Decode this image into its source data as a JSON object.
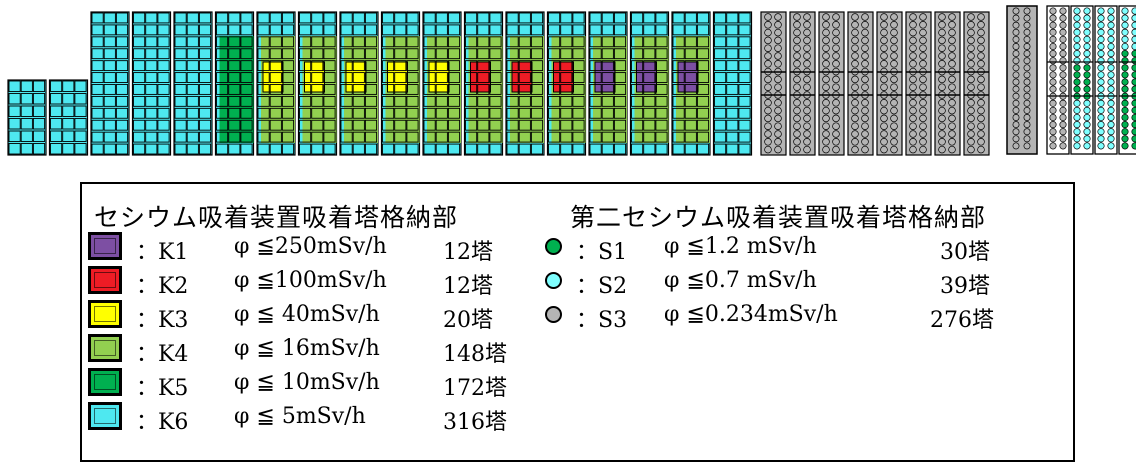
{
  "colors": {
    "K1": "#7d4fa3",
    "K2": "#ee1c25",
    "K3": "#ffff00",
    "K4": "#92d050",
    "K5": "#00b050",
    "K6": "#4ee8f0",
    "S1": "#00b050",
    "S2": "#7fffff",
    "S3": "#b4b4b4",
    "frame": "#000000"
  },
  "legend": {
    "cesium": {
      "title": "セシウム吸着装置吸着塔格納部",
      "items": [
        {
          "code": "：K1",
          "cond": "φ ≦250mSv/h",
          "count": "12塔",
          "color_key": "K1"
        },
        {
          "code": "：K2",
          "cond": "φ ≦100mSv/h",
          "count": "12塔",
          "color_key": "K2"
        },
        {
          "code": "：K3",
          "cond": "φ ≦ 40mSv/h",
          "count": "20塔",
          "color_key": "K3"
        },
        {
          "code": "：K4",
          "cond": "φ ≦ 16mSv/h",
          "count": "148塔",
          "color_key": "K4"
        },
        {
          "code": "：K5",
          "cond": "φ ≦ 10mSv/h",
          "count": "172塔",
          "color_key": "K5"
        },
        {
          "code": "：K6",
          "cond": "φ ≦  5mSv/h",
          "count": "316塔",
          "color_key": "K6"
        }
      ]
    },
    "second_cesium": {
      "title": "第二セシウム吸着装置吸着塔格納部",
      "items": [
        {
          "code": "：S1",
          "cond": "φ ≦1.2  mSv/h",
          "count": "30塔",
          "color_key": "S1"
        },
        {
          "code": "：S2",
          "cond": "φ ≦0.7  mSv/h",
          "count": "39塔",
          "color_key": "S2"
        },
        {
          "code": "：S3",
          "cond": "φ ≦0.234mSv/h",
          "count": "276塔",
          "color_key": "S3"
        }
      ]
    }
  },
  "storage_map": {
    "k_columns": [
      {
        "full_height": false,
        "inner": "K6",
        "center": null
      },
      {
        "full_height": false,
        "inner": "K6",
        "center": null
      },
      {
        "full_height": true,
        "inner": "K6",
        "center": null
      },
      {
        "full_height": true,
        "inner": "K6",
        "center": null
      },
      {
        "full_height": true,
        "inner": "K6",
        "center": null
      },
      {
        "full_height": true,
        "inner": "K5",
        "center": null
      },
      {
        "full_height": true,
        "inner": "K4",
        "center": "K3"
      },
      {
        "full_height": true,
        "inner": "K4",
        "center": "K3"
      },
      {
        "full_height": true,
        "inner": "K4",
        "center": "K3"
      },
      {
        "full_height": true,
        "inner": "K4",
        "center": "K3"
      },
      {
        "full_height": true,
        "inner": "K4",
        "center": "K3"
      },
      {
        "full_height": true,
        "inner": "K4",
        "center": "K2"
      },
      {
        "full_height": true,
        "inner": "K4",
        "center": "K2"
      },
      {
        "full_height": true,
        "inner": "K4",
        "center": "K2"
      },
      {
        "full_height": true,
        "inner": "K4",
        "center": "K1"
      },
      {
        "full_height": true,
        "inner": "K4",
        "center": "K1"
      },
      {
        "full_height": true,
        "inner": "K4",
        "center": "K1"
      },
      {
        "full_height": true,
        "inner": "K6",
        "center": null
      }
    ],
    "s3_columns": 8
  }
}
